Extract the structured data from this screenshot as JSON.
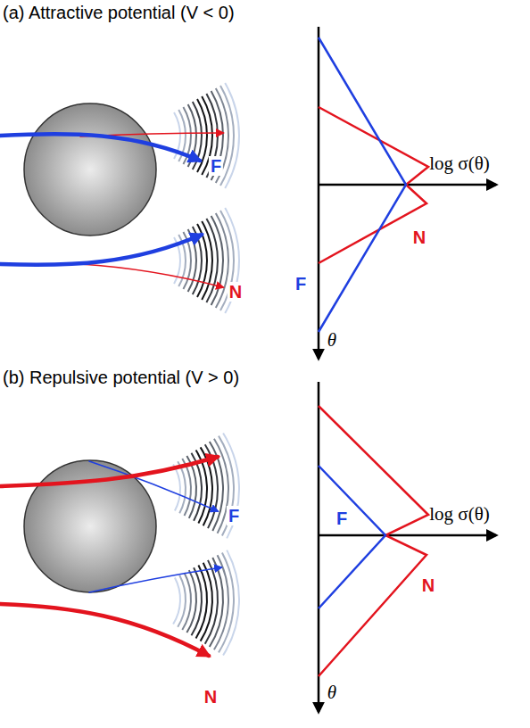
{
  "diagram": {
    "labels": [
      "(a) Attractive potential (V < 0)",
      "F",
      "N",
      "log σ(θ)",
      "N",
      "F",
      "θ",
      "(b) Repulsive potential (V > 0)",
      "F",
      "log σ(θ)",
      "F",
      "N",
      "N",
      "θ"
    ]
  }
}
